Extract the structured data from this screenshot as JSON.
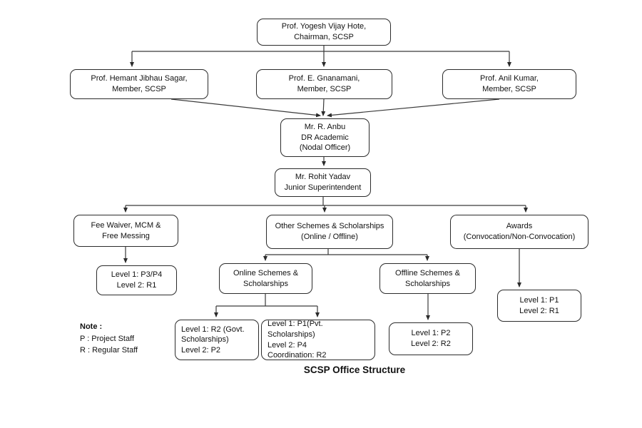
{
  "diagram": {
    "title": "SCSP Office Structure",
    "nodes": {
      "chairman": {
        "lines": [
          "Prof. Yogesh Vijay Hote,",
          "Chairman, SCSP"
        ]
      },
      "member_sagar": {
        "lines": [
          "Prof. Hemant Jibhau Sagar,",
          "Member, SCSP"
        ]
      },
      "member_gnanamani": {
        "lines": [
          "Prof. E. Gnanamani,",
          "Member, SCSP"
        ]
      },
      "member_kumar": {
        "lines": [
          "Prof. Anil Kumar,",
          "Member, SCSP"
        ]
      },
      "nodal_officer": {
        "lines": [
          "Mr. R. Anbu",
          "DR Academic",
          "(Nodal Officer)"
        ]
      },
      "junior_superintendent": {
        "lines": [
          "Mr. Rohit Yadav",
          "Junior Superintendent"
        ]
      },
      "fee_waiver": {
        "lines": [
          "Fee Waiver, MCM &",
          "Free Messing"
        ]
      },
      "other_schemes": {
        "lines": [
          "Other Schemes & Scholarships",
          "(Online / Offline)"
        ]
      },
      "awards": {
        "lines": [
          "Awards",
          "(Convocation/Non-Convocation)"
        ]
      },
      "fee_waiver_levels": {
        "lines": [
          "Level 1: P3/P4",
          "Level 2: R1"
        ]
      },
      "online_schemes": {
        "lines": [
          "Online Schemes &",
          "Scholarships"
        ]
      },
      "offline_schemes": {
        "lines": [
          "Offline Schemes &",
          "Scholarships"
        ]
      },
      "govt_scholarships_levels": {
        "lines": [
          "Level 1: R2 (Govt.",
          "Scholarships)",
          "Level 2: P2"
        ]
      },
      "pvt_scholarships_levels": {
        "lines": [
          "Level 1: P1(Pvt. Scholarships)",
          "Level 2: P4",
          "Coordination: R2"
        ]
      },
      "offline_levels": {
        "lines": [
          "Level 1: P2",
          "Level 2: R2"
        ]
      },
      "awards_levels": {
        "lines": [
          "Level 1: P1",
          "Level 2: R1"
        ]
      }
    },
    "note": {
      "heading": "Note :",
      "lines": [
        "P : Project Staff",
        "R : Regular Staff"
      ]
    },
    "colors": {
      "background": "#ffffff",
      "box_border": "#2b2b2b",
      "connector": "#3a3a3a",
      "text": "#111111"
    }
  }
}
